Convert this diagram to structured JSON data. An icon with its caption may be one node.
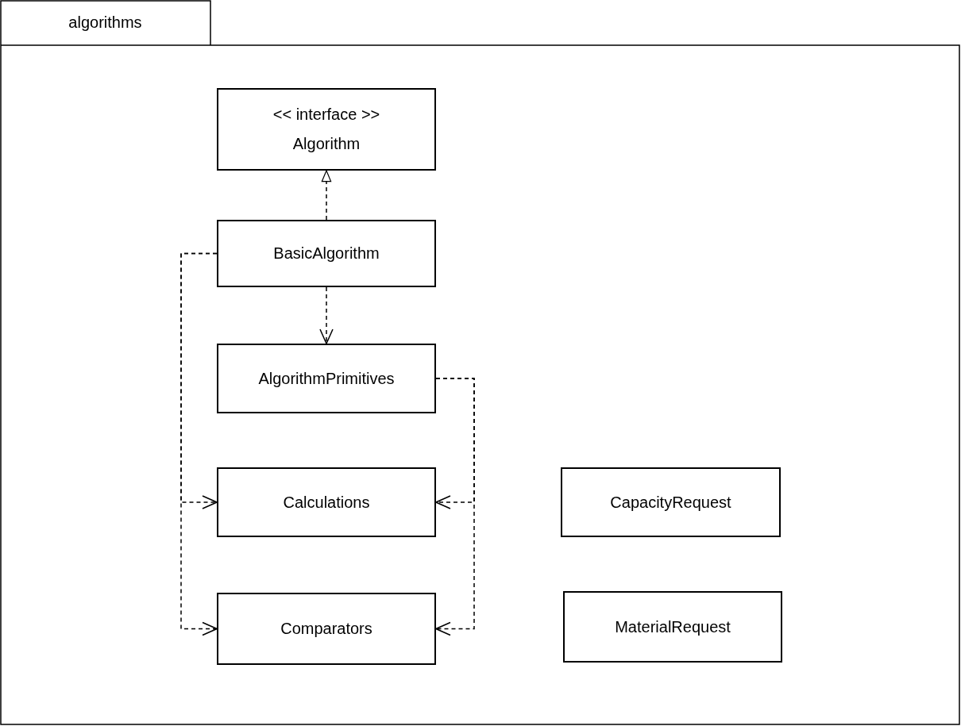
{
  "diagram": {
    "nodes": [
      {
        "text": [
          "algorithms"
        ]
      },
      {
        "text": [
          "<< interface >>",
          "Algorithm"
        ],
        "in": 0
      },
      {
        "text": [
          "BasicAlgorithm"
        ],
        "in": 0
      },
      {
        "text": [
          "AlgorithmPrimitives"
        ],
        "in": 0
      },
      {
        "text": [
          "Calculations"
        ],
        "in": 0
      },
      {
        "text": [
          "Comparators"
        ],
        "in": 0
      },
      {
        "text": [
          "CapacityRequest"
        ],
        "in": 0
      },
      {
        "text": [
          "MaterialRequest"
        ],
        "in": 0
      }
    ],
    "edges": [
      {
        "from": 2,
        "to": 1,
        "arrow": "to",
        "style": "dashed"
      },
      {
        "from": 2,
        "to": 3,
        "arrow": "to",
        "style": "dashed"
      },
      {
        "from": 2,
        "to": 4,
        "arrow": "to",
        "style": "dashed"
      },
      {
        "from": 2,
        "to": 5,
        "arrow": "to",
        "style": "dashed"
      },
      {
        "from": 3,
        "to": 4,
        "arrow": "to",
        "style": "dashed"
      },
      {
        "from": 3,
        "to": 5,
        "arrow": "to",
        "style": "dashed"
      }
    ]
  }
}
